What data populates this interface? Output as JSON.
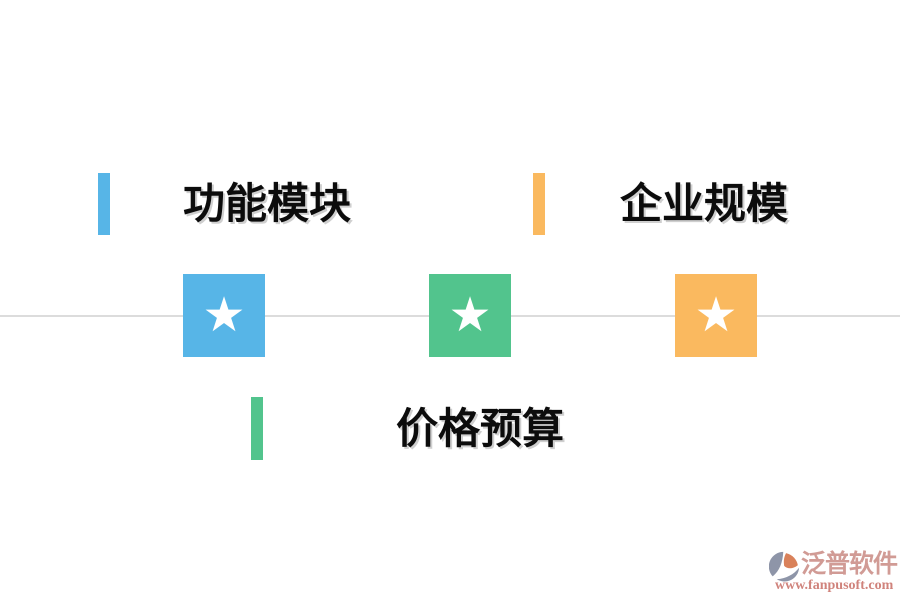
{
  "page": {
    "background": "#ffffff",
    "divider_color": "#dcdcdc"
  },
  "categories": [
    {
      "id": "function-modules",
      "label": "功能模块",
      "accent_color": "#57b5e7"
    },
    {
      "id": "enterprise-scale",
      "label": "企业规模",
      "accent_color": "#fab95f"
    },
    {
      "id": "price-budget",
      "label": "价格预算",
      "accent_color": "#52c48d"
    }
  ],
  "tiles": [
    {
      "icon": "star-icon",
      "glyph": "★",
      "color": "#57b5e7"
    },
    {
      "icon": "star-icon",
      "glyph": "★",
      "color": "#52c48d"
    },
    {
      "icon": "star-icon",
      "glyph": "★",
      "color": "#fab95f"
    }
  ],
  "watermark": {
    "brand": "泛普软件",
    "url": "www.fanpusoft.com",
    "brand_color": "#d19b95",
    "url_color": "#d0837c",
    "logo_gray": "#8e95a8",
    "logo_orange": "#d9815a"
  }
}
